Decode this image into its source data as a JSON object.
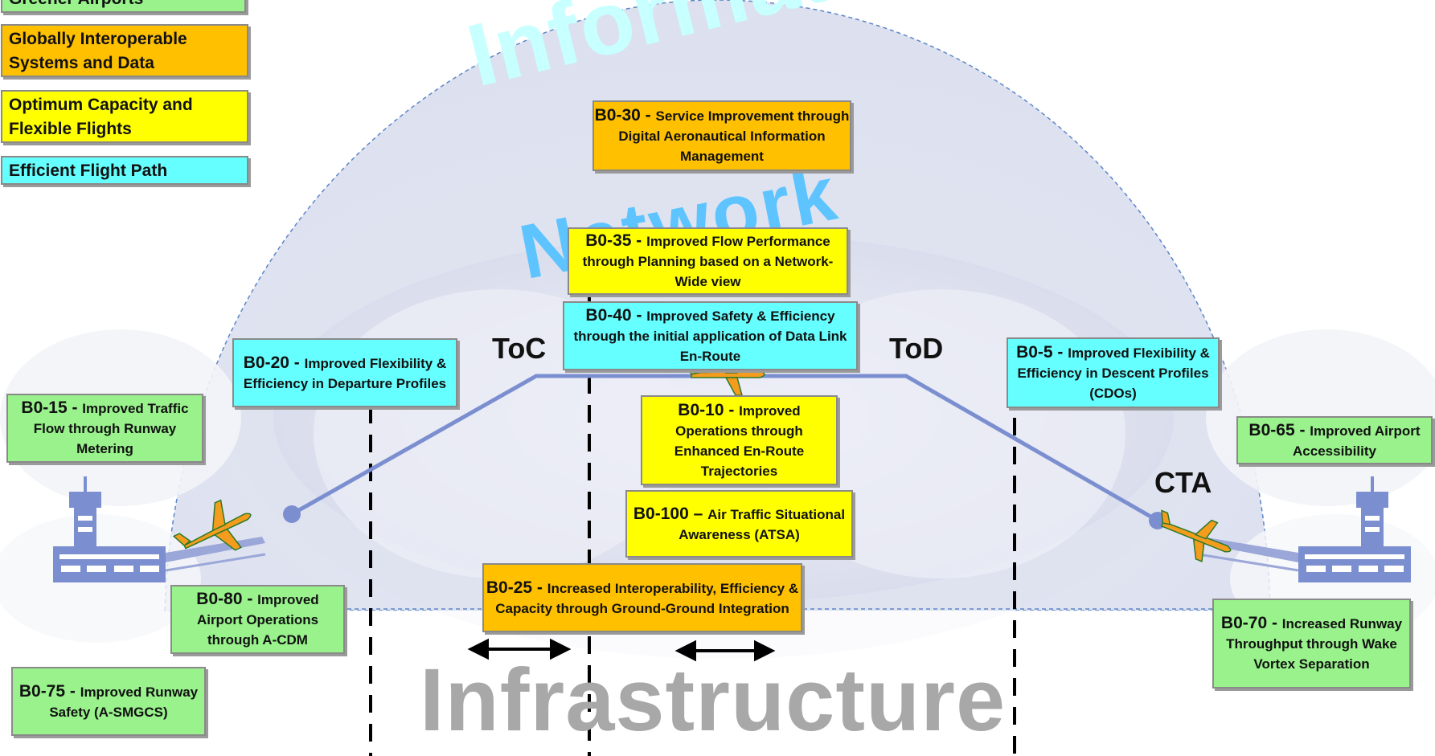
{
  "legend": [
    {
      "label": "Greener Airports",
      "color": "#99f28c"
    },
    {
      "label": "Globally Interoperable Systems and Data",
      "color": "#ffc000"
    },
    {
      "label": "Optimum Capacity and Flexible Flights",
      "color": "#ffff00"
    },
    {
      "label": "Efficient Flight Path",
      "color": "#66ffff"
    }
  ],
  "background_words": {
    "information": "Information",
    "network": "Network",
    "infrastructure": "Infrastructure"
  },
  "phase_labels": {
    "toc": "ToC",
    "tod": "ToD",
    "cta": "CTA"
  },
  "modules": {
    "b0_30": {
      "code": "B0-30",
      "sep": " - ",
      "text": "Service Improvement through Digital Aeronautical Information Management"
    },
    "b0_35": {
      "code": "B0-35",
      "sep": " - ",
      "text": "Improved Flow Performance through Planning based on a Network-Wide view"
    },
    "b0_40": {
      "code": "B0-40",
      "sep": " - ",
      "text": "Improved Safety & Efficiency through the initial application of Data Link En-Route"
    },
    "b0_10": {
      "code": "B0-10",
      "sep": " - ",
      "text": "Improved Operations through Enhanced En-Route Trajectories"
    },
    "b0_100": {
      "code": "B0-100",
      "sep": " – ",
      "text": "Air Traffic Situational Awareness (ATSA)"
    },
    "b0_25": {
      "code": "B0-25",
      "sep": " - ",
      "text": "Increased Interoperability, Efficiency & Capacity through Ground-Ground Integration"
    },
    "b0_20": {
      "code": "B0-20",
      "sep": " - ",
      "text": "Improved Flexibility & Efficiency in Departure Profiles"
    },
    "b0_5": {
      "code": "B0-5",
      "sep": " - ",
      "text": "Improved Flexibility & Efficiency in Descent Profiles (CDOs)"
    },
    "b0_15": {
      "code": "B0-15",
      "sep": " - ",
      "text": "Improved Traffic Flow through Runway Metering"
    },
    "b0_80": {
      "code": "B0-80",
      "sep": " - ",
      "text": "Improved Airport Operations through A-CDM"
    },
    "b0_75": {
      "code": "B0-75",
      "sep": " - ",
      "text": "Improved Runway Safety (A-SMGCS)"
    },
    "b0_65": {
      "code": "B0-65",
      "sep": " - ",
      "text": "Improved Airport Accessibility"
    },
    "b0_70": {
      "code": "B0-70",
      "sep": " - ",
      "text": "Increased Runway Throughput through Wake Vortex Separation"
    }
  },
  "colors": {
    "flight_path": "#7b8fd0",
    "dome_outline": "#5b86c8",
    "arrow": "#000000",
    "plane": "#f39c1d"
  }
}
